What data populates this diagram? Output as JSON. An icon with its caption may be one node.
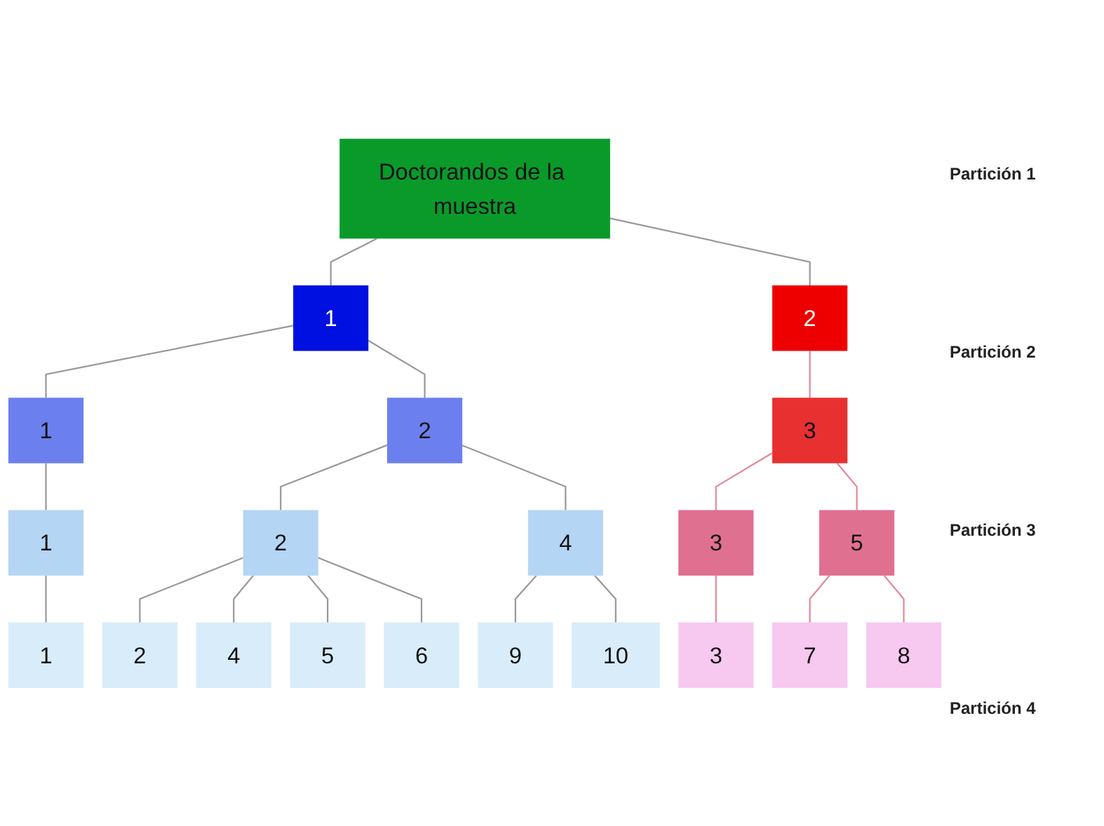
{
  "diagram": {
    "nodes": [
      {
        "text": [
          "Doctorandos de la muestra"
        ]
      },
      {
        "text": [
          "1"
        ]
      },
      {
        "text": [
          "2"
        ]
      },
      {
        "text": [
          "1"
        ]
      },
      {
        "text": [
          "2"
        ]
      },
      {
        "text": [
          "3"
        ]
      },
      {
        "text": [
          "1"
        ]
      },
      {
        "text": [
          "2"
        ]
      },
      {
        "text": [
          "4"
        ]
      },
      {
        "text": [
          "3"
        ]
      },
      {
        "text": [
          "5"
        ]
      },
      {
        "text": [
          "1"
        ]
      },
      {
        "text": [
          "2"
        ]
      },
      {
        "text": [
          "4"
        ]
      },
      {
        "text": [
          "5"
        ]
      },
      {
        "text": [
          "6"
        ]
      },
      {
        "text": [
          "9"
        ]
      },
      {
        "text": [
          "10"
        ]
      },
      {
        "text": [
          "3"
        ]
      },
      {
        "text": [
          "7"
        ]
      },
      {
        "text": [
          "8"
        ]
      }
    ],
    "edges": [
      {
        "from": 0,
        "to": 1,
        "arrow": "none"
      },
      {
        "from": 0,
        "to": 2,
        "arrow": "none"
      },
      {
        "from": 1,
        "to": 3,
        "arrow": "none"
      },
      {
        "from": 1,
        "to": 4,
        "arrow": "none"
      },
      {
        "from": 2,
        "to": 5,
        "arrow": "none",
        "color": "#e08a9a"
      },
      {
        "from": 3,
        "to": 6,
        "arrow": "none"
      },
      {
        "from": 4,
        "to": 7,
        "arrow": "none"
      },
      {
        "from": 4,
        "to": 8,
        "arrow": "none"
      },
      {
        "from": 5,
        "to": 9,
        "arrow": "none",
        "color": "#e08a9a"
      },
      {
        "from": 5,
        "to": 10,
        "arrow": "none",
        "color": "#e08a9a"
      },
      {
        "from": 6,
        "to": 11,
        "arrow": "none"
      },
      {
        "from": 7,
        "to": 12,
        "arrow": "none"
      },
      {
        "from": 7,
        "to": 13,
        "arrow": "none"
      },
      {
        "from": 7,
        "to": 14,
        "arrow": "none"
      },
      {
        "from": 7,
        "to": 15,
        "arrow": "none"
      },
      {
        "from": 8,
        "to": 16,
        "arrow": "none"
      },
      {
        "from": 8,
        "to": 17,
        "arrow": "none"
      },
      {
        "from": 9,
        "to": 18,
        "arrow": "none",
        "color": "#e08a9a"
      },
      {
        "from": 10,
        "to": 19,
        "arrow": "none",
        "color": "#e08a9a"
      },
      {
        "from": 10,
        "to": 20,
        "arrow": "none",
        "color": "#e08a9a"
      }
    ],
    "labels": [
      "Partición 1",
      "Partición 2",
      "Partición 3",
      "Partición 4"
    ]
  }
}
